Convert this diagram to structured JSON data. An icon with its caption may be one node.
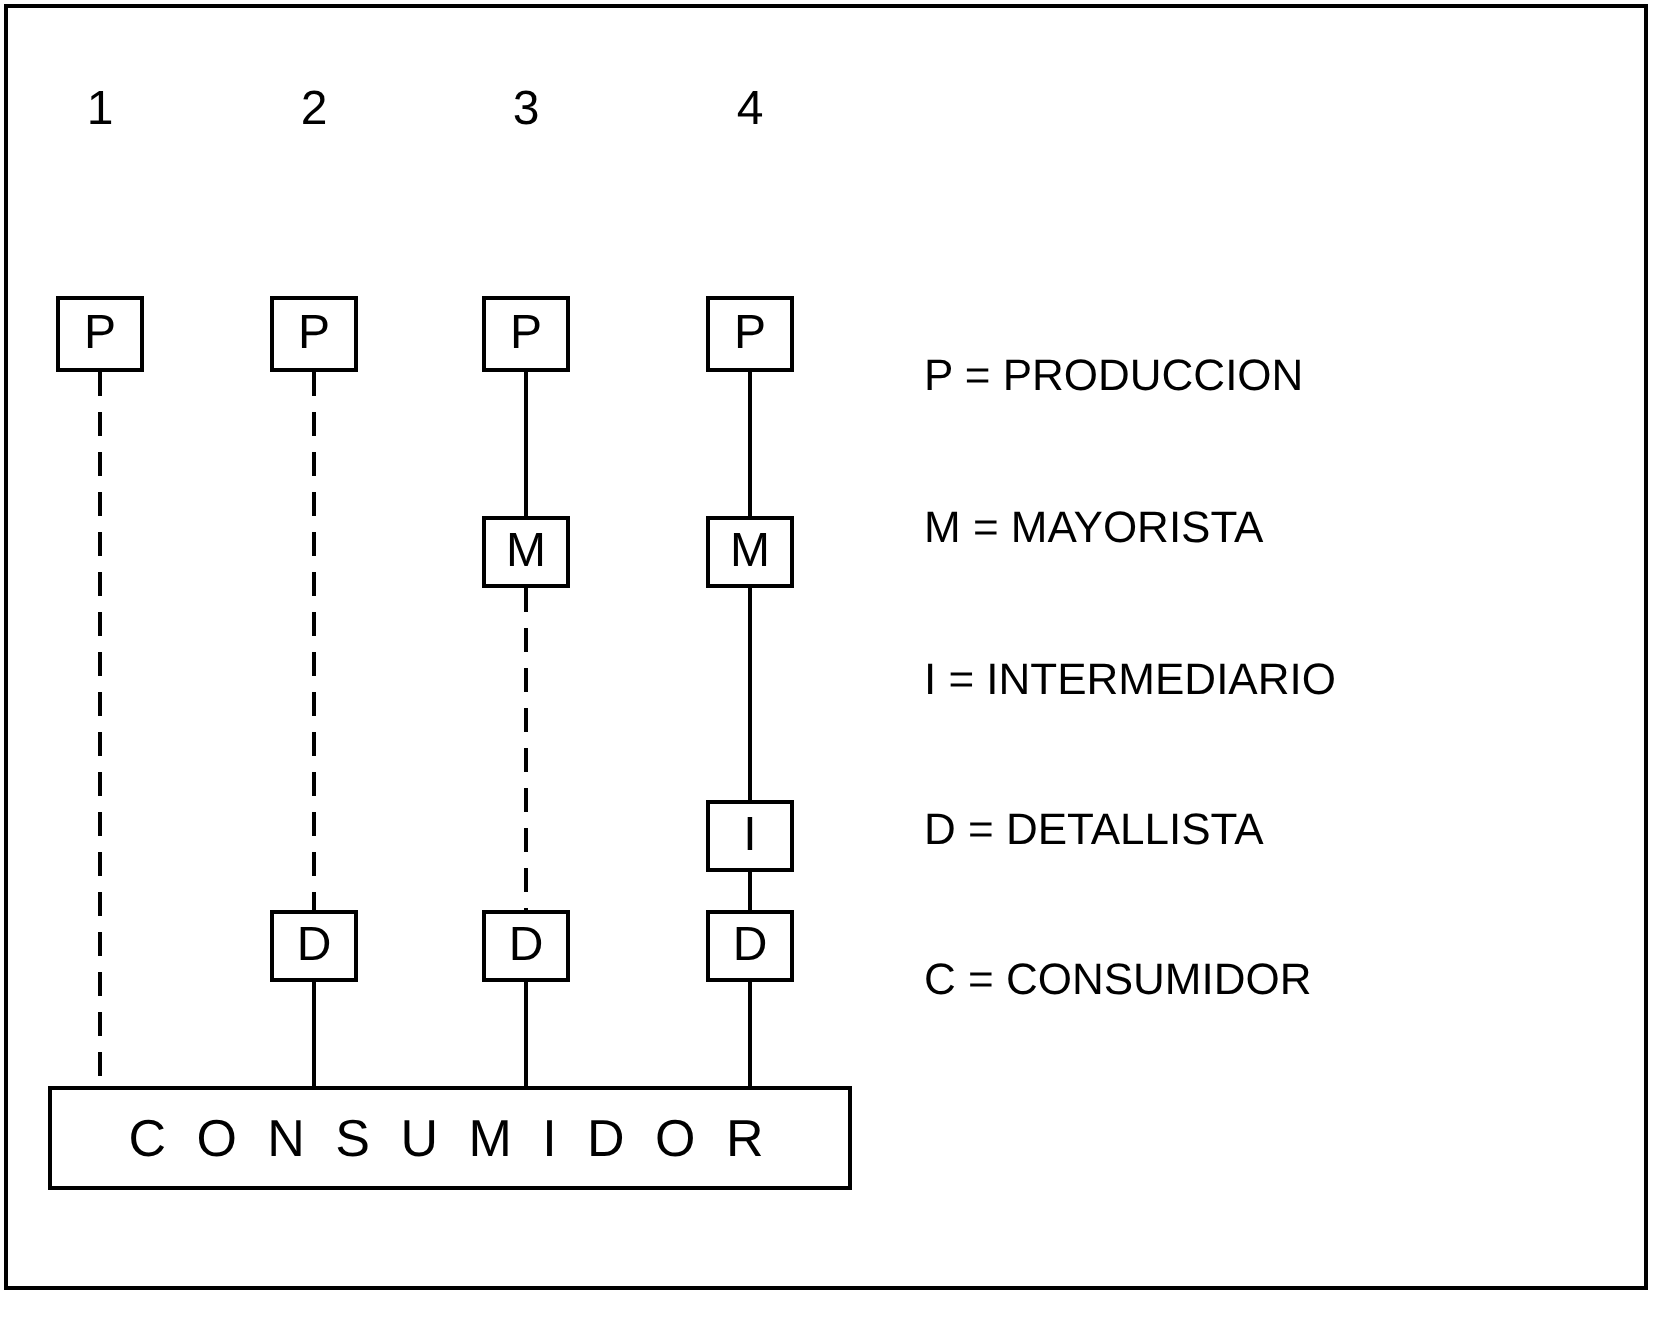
{
  "diagram": {
    "nodes": [
      {
        "text": [
          "P"
        ]
      },
      {
        "text": [
          "P"
        ]
      },
      {
        "text": [
          "D"
        ]
      },
      {
        "text": [
          "P"
        ]
      },
      {
        "text": [
          "M"
        ]
      },
      {
        "text": [
          "D"
        ]
      },
      {
        "text": [
          "P"
        ]
      },
      {
        "text": [
          "M"
        ]
      },
      {
        "text": [
          "I"
        ]
      },
      {
        "text": [
          "D"
        ]
      },
      {
        "text": [
          "C O N S U M I D O R"
        ]
      }
    ],
    "edges": [
      {
        "from": 0,
        "to": 10,
        "arrow": "none",
        "style": "dashed"
      },
      {
        "from": 1,
        "to": 2,
        "arrow": "none",
        "style": "dashed"
      },
      {
        "from": 2,
        "to": 10,
        "arrow": "none"
      },
      {
        "from": 3,
        "to": 4,
        "arrow": "none"
      },
      {
        "from": 4,
        "to": 5,
        "arrow": "none",
        "style": "dashed"
      },
      {
        "from": 5,
        "to": 10,
        "arrow": "none"
      },
      {
        "from": 6,
        "to": 7,
        "arrow": "none"
      },
      {
        "from": 7,
        "to": 8,
        "arrow": "none"
      },
      {
        "from": 8,
        "to": 9,
        "arrow": "none"
      },
      {
        "from": 9,
        "to": 10,
        "arrow": "none"
      }
    ],
    "labels": [
      "1",
      "2",
      "3",
      "4",
      "P = PRODUCCION",
      "M = MAYORISTA",
      "I = INTERMEDIARIO",
      "D = DETALLISTA",
      "C = CONSUMIDOR"
    ]
  }
}
